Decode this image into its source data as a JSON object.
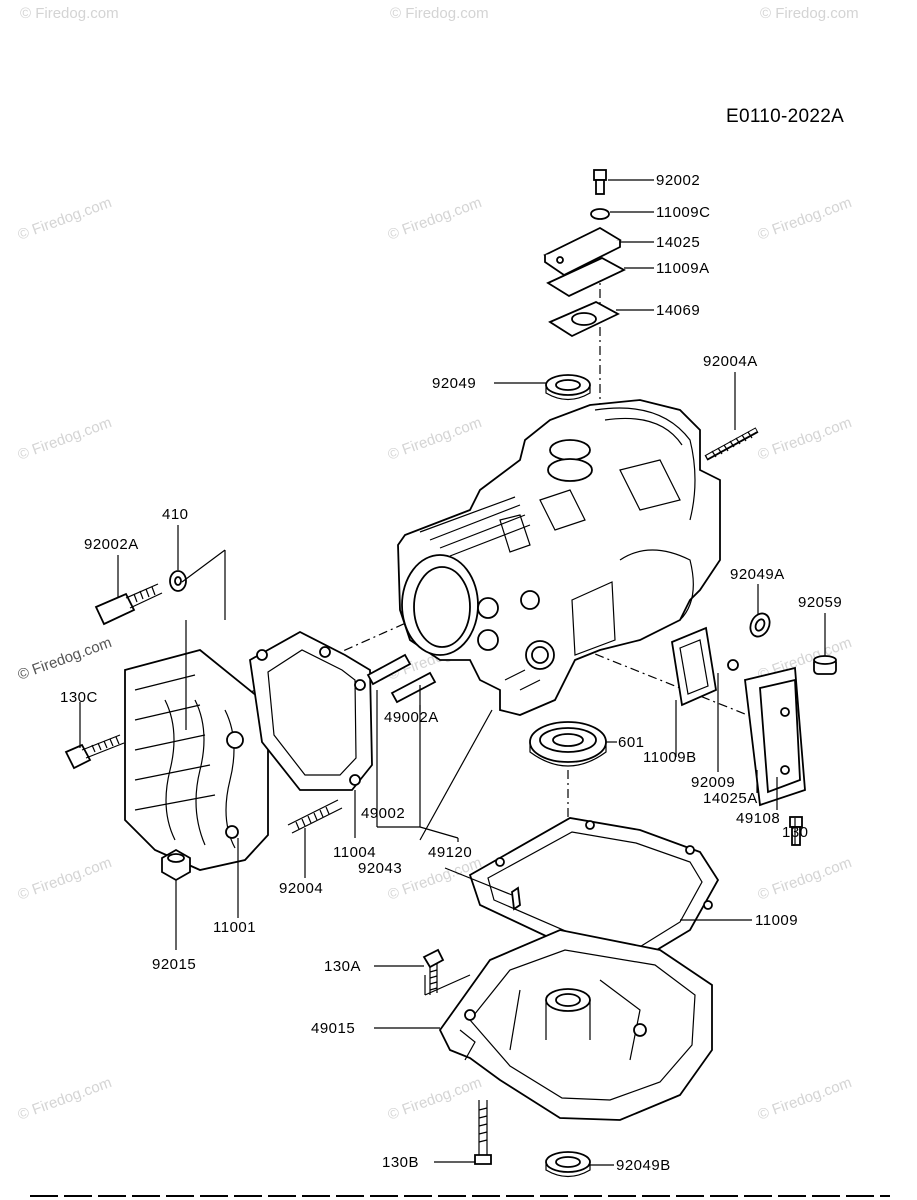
{
  "diagram_code": "E0110-2022A",
  "watermark": "© Firedog.com",
  "parts": {
    "p92002": "92002",
    "p11009C": "11009C",
    "p14025": "14025",
    "p11009A": "11009A",
    "p14069": "14069",
    "p92049": "92049",
    "p92004A": "92004A",
    "p410": "410",
    "p92002A": "92002A",
    "p92049A": "92049A",
    "p92059": "92059",
    "p130C": "130C",
    "p49002A": "49002A",
    "p601": "601",
    "p11009B": "11009B",
    "p92009": "92009",
    "p14025A": "14025A",
    "p49108": "49108",
    "p130": "130",
    "p49002": "49002",
    "p11004": "11004",
    "p49120": "49120",
    "p92043": "92043",
    "p92004": "92004",
    "p11001": "11001",
    "p11009": "11009",
    "p92015": "92015",
    "p130A": "130A",
    "p49015": "49015",
    "p130B": "130B",
    "p92049B": "92049B"
  }
}
